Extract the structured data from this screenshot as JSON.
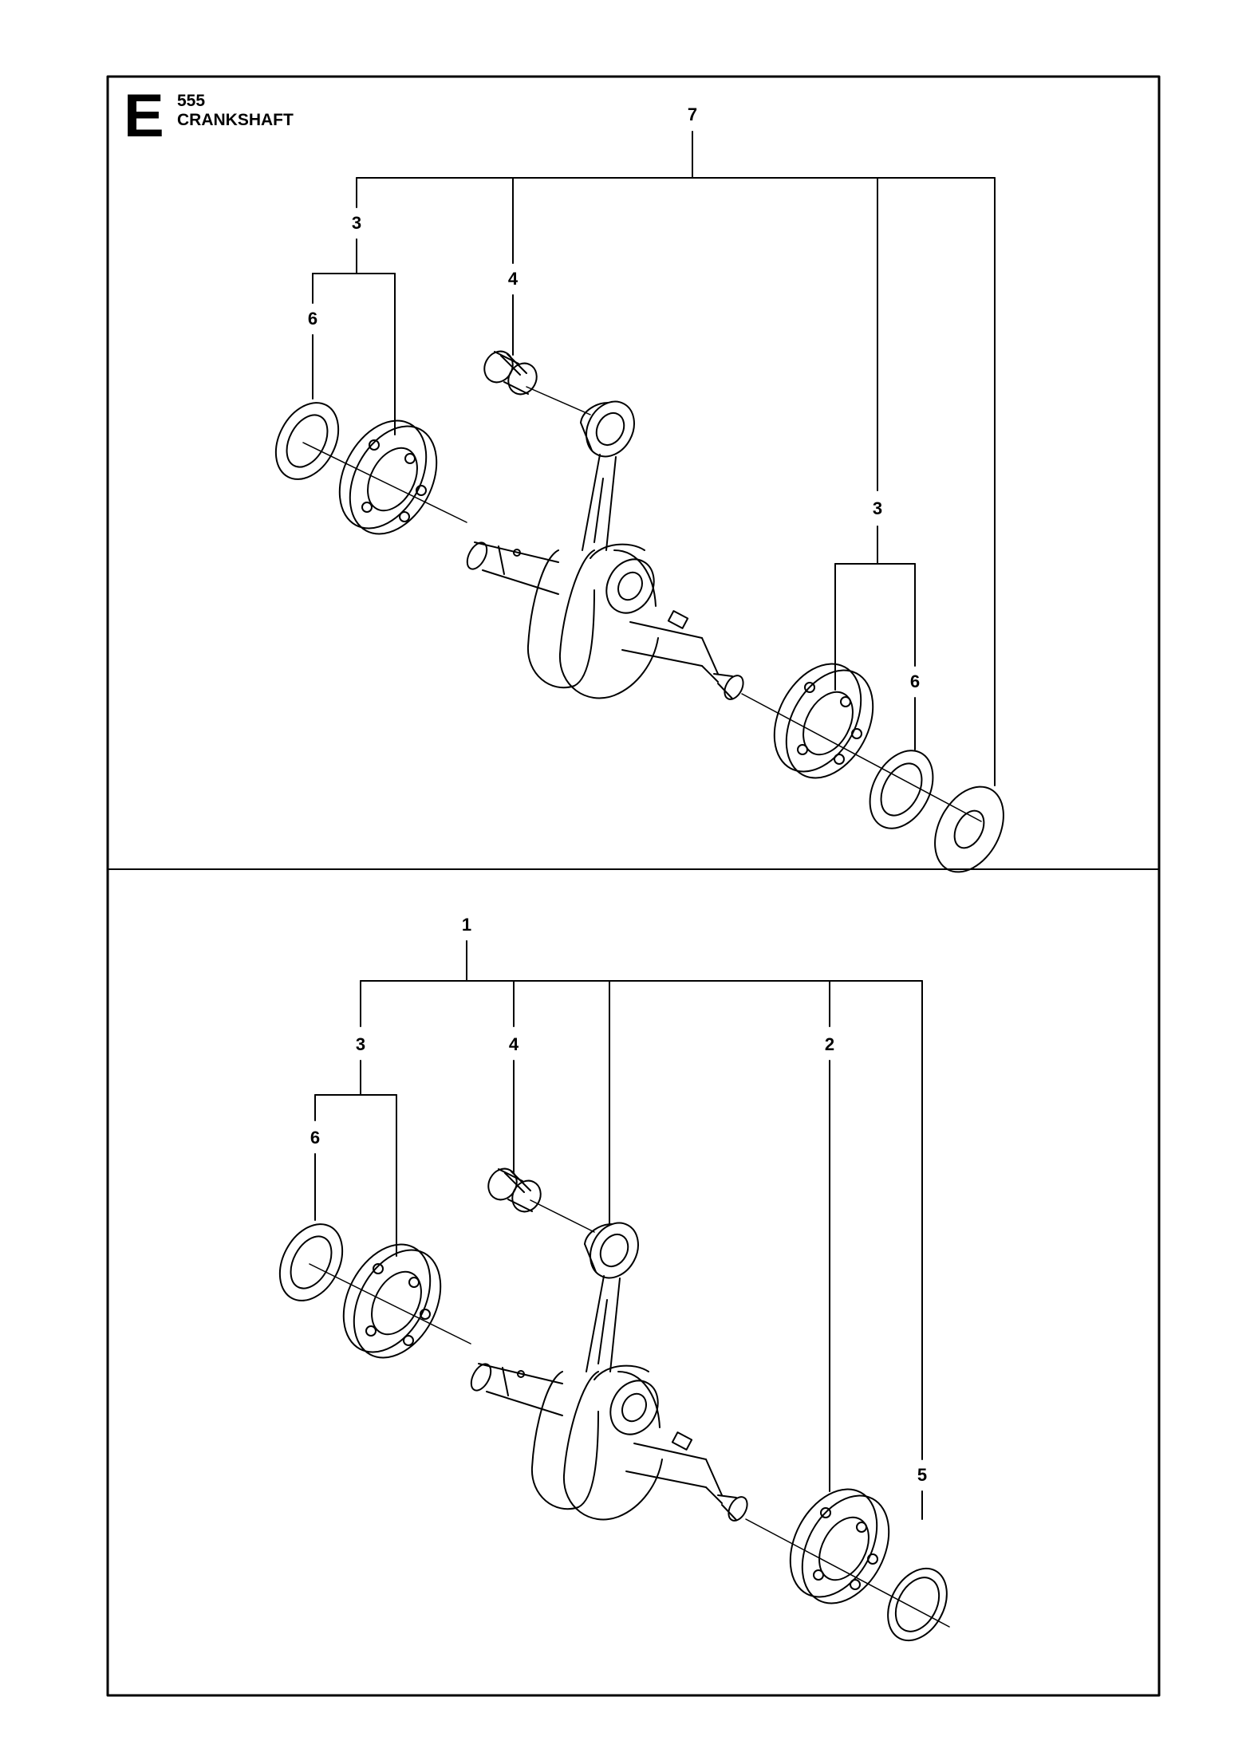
{
  "section": {
    "letter": "E",
    "model": "555",
    "title": "CRANKSHAFT"
  },
  "top_callouts": [
    "7",
    "3",
    "4",
    "6",
    "3",
    "6"
  ],
  "bottom_callouts": [
    "1",
    "3",
    "4",
    "2",
    "6",
    "5"
  ]
}
